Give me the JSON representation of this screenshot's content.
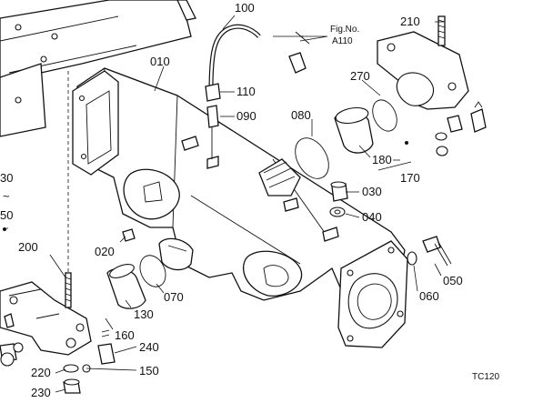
{
  "figure_ref": {
    "line1": "Fig.No.",
    "line2": "A110"
  },
  "corner_code": "TC120",
  "range_labels": {
    "top": "30",
    "tilde": "~",
    "bottom": "50"
  },
  "callouts": [
    {
      "id": "010",
      "text": "010"
    },
    {
      "id": "020",
      "text": "020"
    },
    {
      "id": "030",
      "text": "030"
    },
    {
      "id": "040",
      "text": "040"
    },
    {
      "id": "050",
      "text": "050"
    },
    {
      "id": "060",
      "text": "060"
    },
    {
      "id": "070",
      "text": "070"
    },
    {
      "id": "080",
      "text": "080"
    },
    {
      "id": "090",
      "text": "090"
    },
    {
      "id": "100",
      "text": "100"
    },
    {
      "id": "110",
      "text": "110"
    },
    {
      "id": "130",
      "text": "130"
    },
    {
      "id": "150",
      "text": "150"
    },
    {
      "id": "160",
      "text": "160"
    },
    {
      "id": "170",
      "text": "170"
    },
    {
      "id": "180",
      "text": "180"
    },
    {
      "id": "200",
      "text": "200"
    },
    {
      "id": "210",
      "text": "210"
    },
    {
      "id": "220",
      "text": "220"
    },
    {
      "id": "230",
      "text": "230"
    },
    {
      "id": "240",
      "text": "240"
    },
    {
      "id": "270",
      "text": "270"
    }
  ]
}
